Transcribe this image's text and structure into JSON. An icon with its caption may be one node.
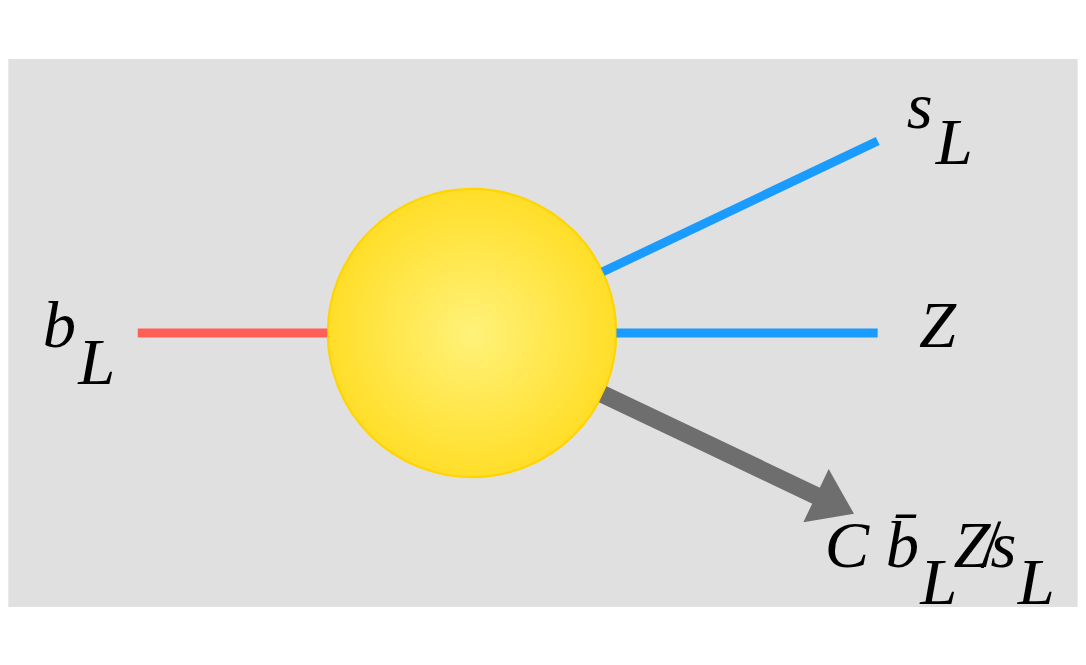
{
  "diagram": {
    "nodes": [
      {
        "text": [
          "b$_{L}$"
        ]
      },
      {
        "text": [
          "s$_{L}$"
        ]
      },
      {
        "text": [],
        "shape": "circle"
      },
      {
        "text": [
          "Z"
        ]
      },
      {
        "text": [
          "C b̄$_{L}$Z̸s$_{L}$"
        ]
      }
    ],
    "edges": [
      {
        "from": 0,
        "to": 2,
        "arrow": "none",
        "color": "#ff5f57"
      },
      {
        "from": 2,
        "to": 1,
        "arrow": "none",
        "color": "#1a9bff"
      },
      {
        "from": 2,
        "to": 3,
        "arrow": "none",
        "color": "#1a9bff"
      },
      {
        "from": 2,
        "to": 4,
        "arrow": "to",
        "style": "thick",
        "color": "#6e6e6e"
      }
    ]
  }
}
